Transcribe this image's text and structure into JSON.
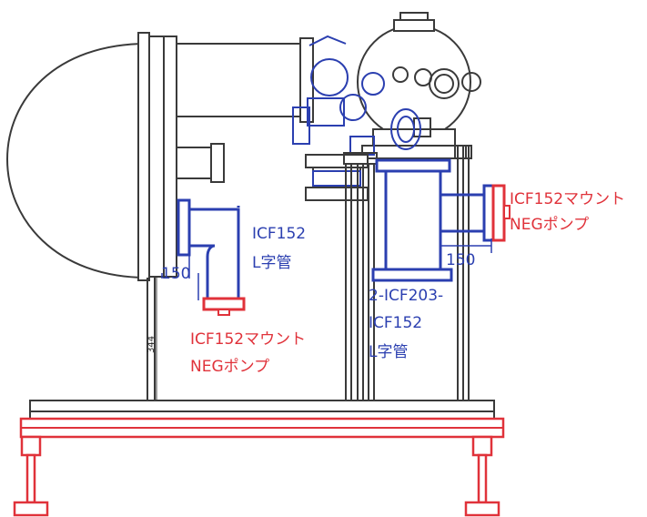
{
  "labels": {
    "left_pipe_line1": "ICF152",
    "left_pipe_line2": "L字管",
    "left_dim": "150",
    "left_pump_line1": "ICF152マウント",
    "left_pump_line2": "NEGポンプ",
    "right_dim": "150",
    "right_pump_line1": "ICF152マウント",
    "right_pump_line2": "NEGポンプ",
    "center_pipe_line1": "2-ICF203-",
    "center_pipe_line2": "ICF152",
    "center_pipe_line3": "L字管",
    "height_dim": "344"
  },
  "colors": {
    "existing": "#3a3a3a",
    "pipe_blue": "#2b3fb0",
    "pump_red": "#e0323a"
  }
}
